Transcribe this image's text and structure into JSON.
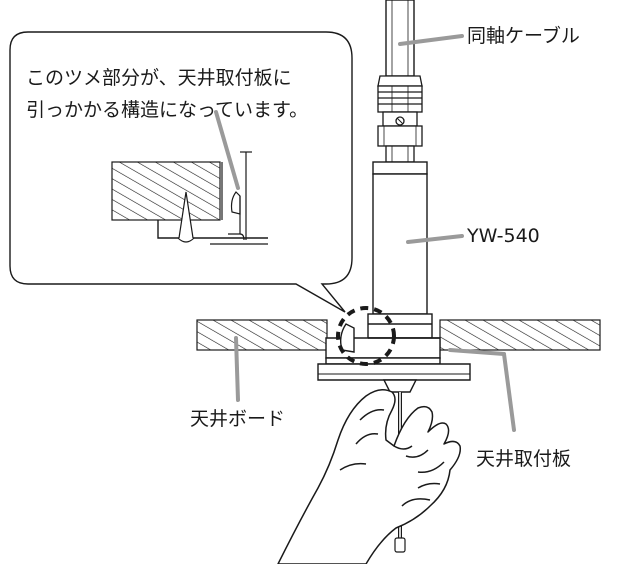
{
  "callout": {
    "line1": "このツメ部分が、天井取付板に",
    "line2": "引っかかる構造になっています。"
  },
  "labels": {
    "cable": "同軸ケーブル",
    "model": "YW-540",
    "board": "天井ボード",
    "plate": "天井取付板"
  },
  "colors": {
    "line": "#1a1a1a",
    "leader": "#9a9a9a",
    "hatch": "#1a1a1a"
  }
}
